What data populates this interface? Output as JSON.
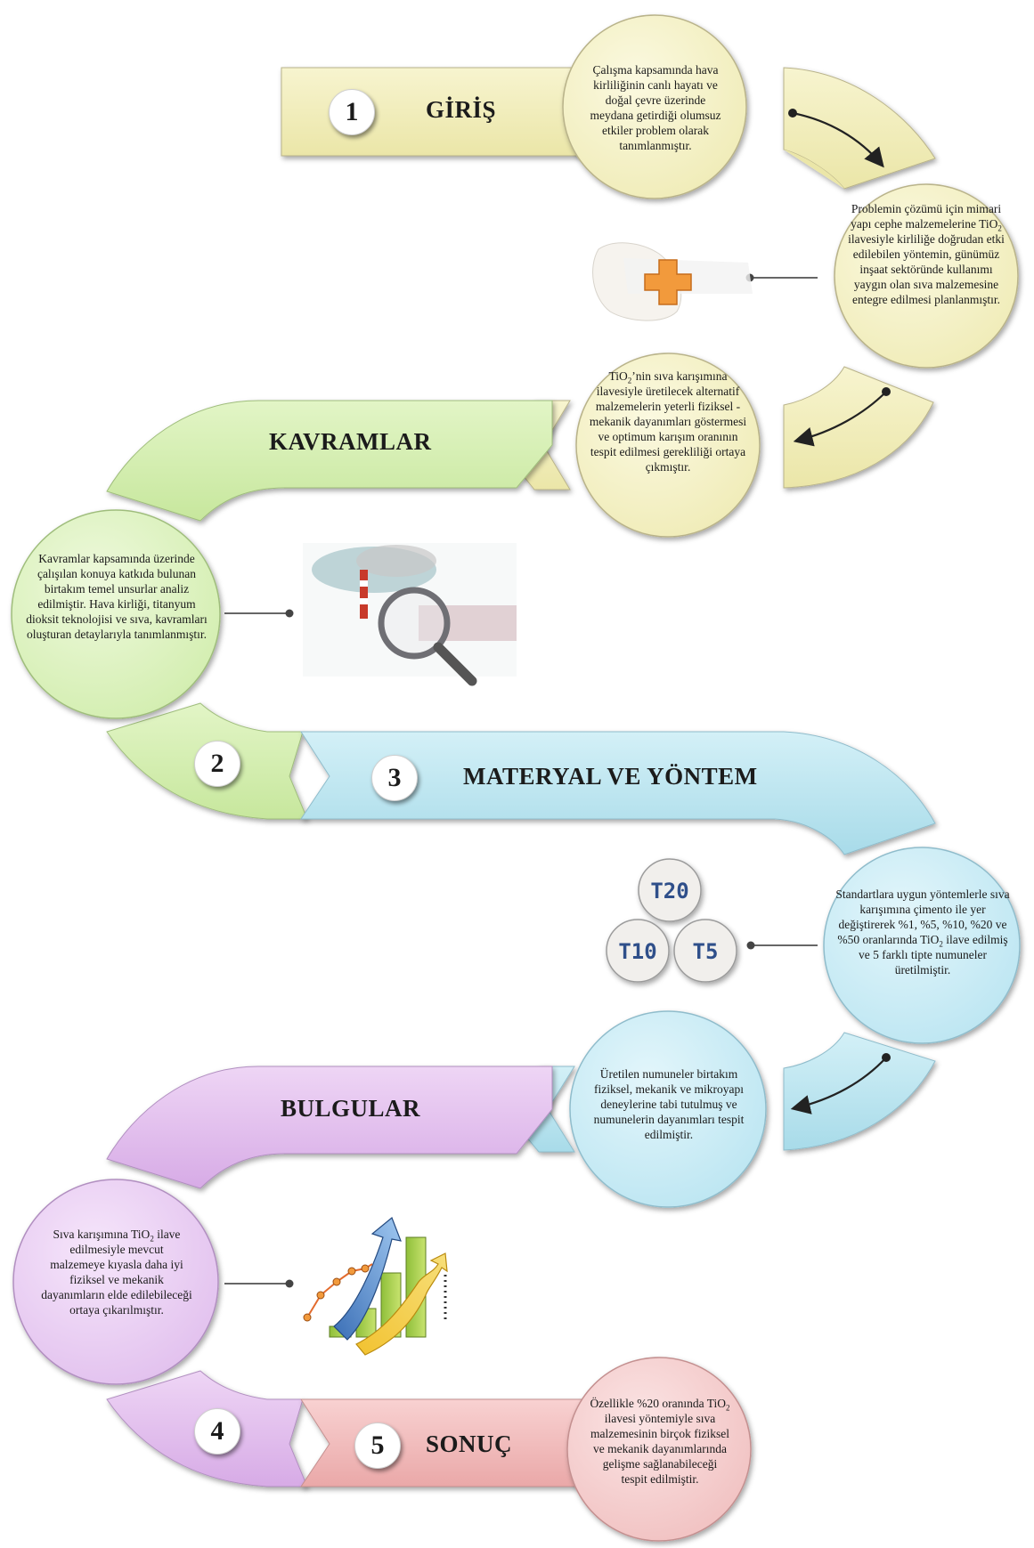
{
  "sections": {
    "giris": {
      "number": "1",
      "title": "GİRİŞ"
    },
    "kavramlar": {
      "number": "2",
      "title": "KAVRAMLAR"
    },
    "materyal": {
      "number": "3",
      "title": "MATERYAL VE YÖNTEM"
    },
    "bulgular": {
      "number": "4",
      "title": "BULGULAR"
    },
    "sonuc": {
      "number": "5",
      "title": "SONUÇ"
    }
  },
  "circles": {
    "c1": "Çalışma kapsamında hava kirliliğinin canlı hayatı ve doğal çevre üzerinde meydana getirdiği olumsuz etkiler problem olarak tanımlanmıştır.",
    "c2a": "Problemin çözümü için mimari yapı cephe malzemelerine TiO",
    "c2sub": "2",
    "c2b": " ilavesiyle kirliliğe doğrudan etki edilebilen yöntemin, günümüz inşaat sektöründe kullanımı yaygın olan sıva malzemesine entegre edilmesi planlanmıştır.",
    "c3a": "TiO",
    "c3sub": "2",
    "c3b": "’nin sıva karışımına ilavesiyle üretilecek alternatif malzemelerin yeterli fiziksel - mekanik dayanımları göstermesi ve optimum karışım oranının tespit edilmesi gerekliliği ortaya çıkmıştır.",
    "c4": "Kavramlar kapsamında üzerinde çalışılan konuya katkıda bulunan birtakım temel unsurlar analiz edilmiştir. Hava kirliği, titanyum dioksit teknolojisi ve sıva, kavramları oluşturan detaylarıyla tanımlanmıştır.",
    "c5a": "Standartlara uygun yöntemlerle sıva karışımına çimento ile yer değiştirerek %1, %5, %10, %20 ve %50 oranlarında TiO",
    "c5sub": "2",
    "c5b": " ilave edilmiş ve 5 farklı tipte numuneler üretilmiştir.",
    "c6": "Üretilen numuneler birtakım fiziksel, mekanik ve mikroyapı deneylerine tabi tutulmuş ve numunelerin dayanımları tespit edilmiştir.",
    "c7a": "Sıva karışımına TiO",
    "c7sub": "2",
    "c7b": " ilave edilmesiyle mevcut malzemeye kıyasla daha iyi fiziksel ve mekanik dayanımların elde edilebileceği ortaya çıkarılmıştır.",
    "c8a": "Özellikle %20 oranında TiO",
    "c8sub": "2",
    "c8b": " ilavesi yöntemiyle sıva malzemesinin birçok fiziksel ve mekanik dayanımlarında gelişme sağlanabileceği tespit edilmiştir."
  },
  "samples": {
    "s1": "T20",
    "s2": "T10",
    "s3": "T5"
  },
  "colors": {
    "yellow": "#f3efbd",
    "green": "#d7f0b4",
    "blue": "#bfe7f2",
    "purple": "#e3c3ee",
    "red": "#f3c0c0",
    "orange": "#f29a3c"
  }
}
